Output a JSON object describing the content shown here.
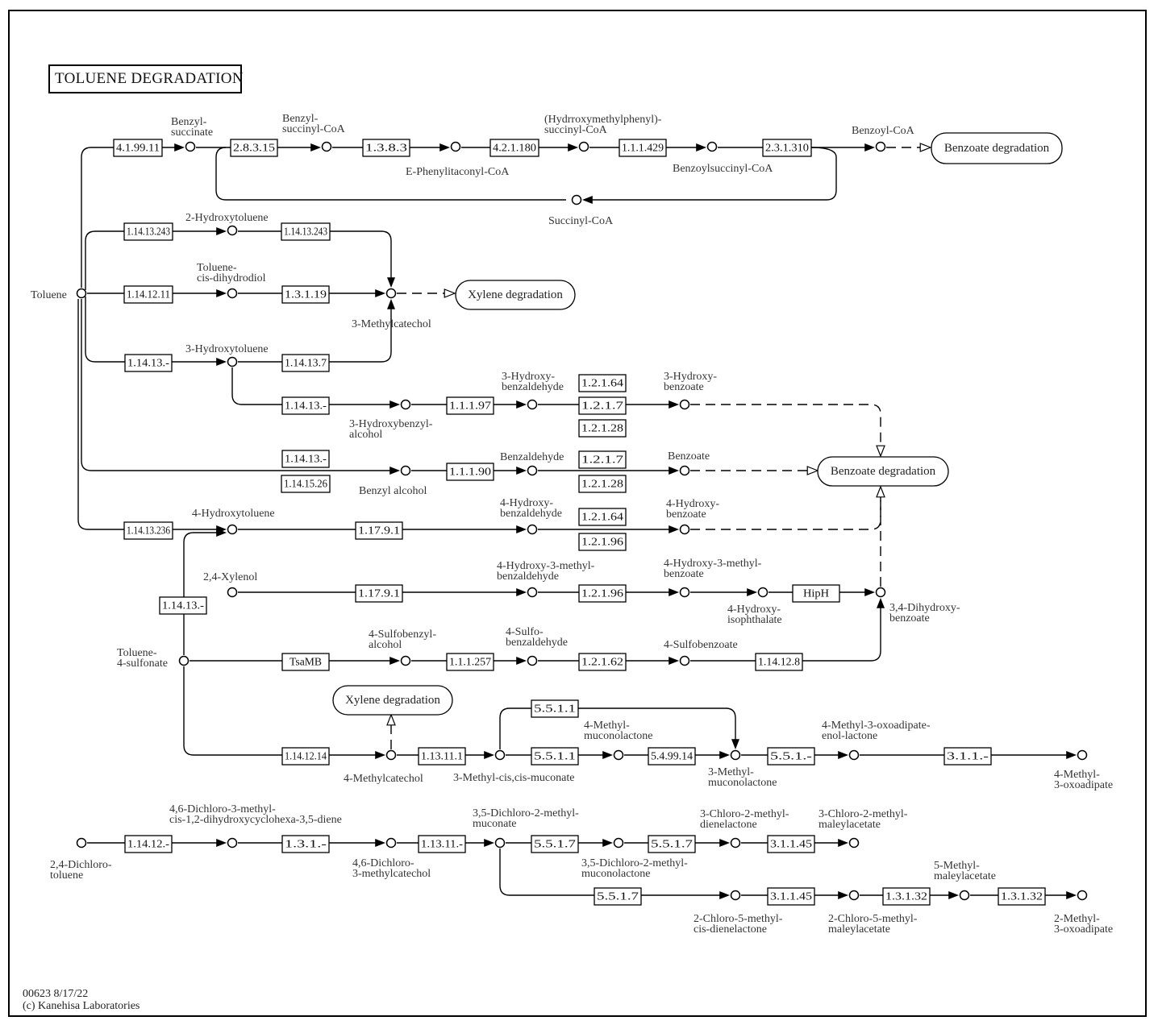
{
  "title": "TOLUENE  DEGRADATION",
  "footer": {
    "line1": "00623 8/17/22",
    "line2": "(c) Kanehisa Laboratories"
  },
  "compounds": [
    {
      "id": "toluene",
      "name": "Toluene"
    },
    {
      "id": "benzylsuccinate",
      "name": "Benzyl-\nsuccinate"
    },
    {
      "id": "benzylsuccinylcoa",
      "name": "Benzyl-\nsuccinyl-CoA"
    },
    {
      "id": "ephenylitaconylcoa",
      "name": "E-Phenylitaconyl-CoA"
    },
    {
      "id": "hmpsuccinylcoa",
      "name": "(Hydrroxymethylphenyl)-\nsuccinyl-CoA"
    },
    {
      "id": "benzoylsuccinylcoa",
      "name": "Benzoylsuccinyl-CoA"
    },
    {
      "id": "benzoylcoa",
      "name": "Benzoyl-CoA"
    },
    {
      "id": "succinylcoa",
      "name": "Succinyl-CoA"
    },
    {
      "id": "2hydroxytoluene",
      "name": "2-Hydroxytoluene"
    },
    {
      "id": "toluenecisdihydrodiol",
      "name": "Toluene-\ncis-dihydrodiol"
    },
    {
      "id": "3methylcatechol",
      "name": "3-Methylcatechol"
    },
    {
      "id": "3hydroxytoluene",
      "name": "3-Hydroxytoluene"
    },
    {
      "id": "3hydroxybenzylalcohol",
      "name": "3-Hydroxybenzyl-\nalcohol"
    },
    {
      "id": "3hydroxybenzaldehyde",
      "name": "3-Hydroxy-\nbenzaldehyde"
    },
    {
      "id": "3hydroxybenzoate",
      "name": "3-Hydroxy-\nbenzoate"
    },
    {
      "id": "benzylalcohol",
      "name": "Benzyl alcohol"
    },
    {
      "id": "benzaldehyde",
      "name": "Benzaldehyde"
    },
    {
      "id": "benzoate",
      "name": "Benzoate"
    },
    {
      "id": "4hydroxytoluene",
      "name": "4-Hydroxytoluene"
    },
    {
      "id": "4hydroxybenzaldehyde",
      "name": "4-Hydroxy-\nbenzaldehyde"
    },
    {
      "id": "4hydroxybenzoate",
      "name": "4-Hydroxy-\nbenzoate"
    },
    {
      "id": "24xylenol",
      "name": "2,4-Xylenol"
    },
    {
      "id": "4h3mbenzaldehyde",
      "name": "4-Hydroxy-3-methyl-\nbenzaldehyde"
    },
    {
      "id": "4h3mbenzoate",
      "name": "4-Hydroxy-3-methyl-\nbenzoate"
    },
    {
      "id": "4hydroxyisophthalate",
      "name": "4-Hydroxy-\nisophthalate"
    },
    {
      "id": "34dihydroxybenzoate",
      "name": "3,4-Dihydroxy-\nbenzoate"
    },
    {
      "id": "toluene4sulfonate",
      "name": "Toluene-\n4-sulfonate"
    },
    {
      "id": "4sulfobenzylalcohol",
      "name": "4-Sulfobenzyl-\nalcohol"
    },
    {
      "id": "4sulfobenzaldehyde",
      "name": "4-Sulfo-\nbenzaldehyde"
    },
    {
      "id": "4sulfobenzoate",
      "name": "4-Sulfobenzoate"
    },
    {
      "id": "4methylcatechol",
      "name": "4-Methylcatechol"
    },
    {
      "id": "3mccmuconate",
      "name": "3-Methyl-cis,cis-muconate"
    },
    {
      "id": "4methylmuconolactone",
      "name": "4-Methyl-\nmuconolactone"
    },
    {
      "id": "3methylmuconolactone",
      "name": "3-Methyl-\nmuconolactone"
    },
    {
      "id": "4m3oaenollactone",
      "name": "4-Methyl-3-oxoadipate-\nenol-lactone"
    },
    {
      "id": "4methyl3oxoadipate",
      "name": "4-Methyl-\n3-oxoadipate"
    },
    {
      "id": "24dichlorotoluene",
      "name": "2,4-Dichloro-\ntoluene"
    },
    {
      "id": "46dcdiene",
      "name": "4,6-Dichloro-3-methyl-\ncis-1,2-dihydroxycyclohexa-3,5-diene"
    },
    {
      "id": "46dc3mcatechol",
      "name": "4,6-Dichloro-\n3-methylcatechol"
    },
    {
      "id": "35dc2mmuconate",
      "name": "3,5-Dichloro-2-methyl-\nmuconate"
    },
    {
      "id": "35dc2mmuconolactone",
      "name": "3,5-Dichloro-2-methyl-\nmuconolactone"
    },
    {
      "id": "3c2mdienelactone",
      "name": "3-Chloro-2-methyl-\ndienelactone"
    },
    {
      "id": "3c2mmaleylacetate",
      "name": "3-Chloro-2-methyl-\nmaleylacetate"
    },
    {
      "id": "2c5mcisdienelactone",
      "name": "2-Chloro-5-methyl-\ncis-dienelactone"
    },
    {
      "id": "2c5mmaleylacetate",
      "name": "2-Chloro-5-methyl-\nmaleylacetate"
    },
    {
      "id": "5mmaleylacetate",
      "name": "5-Methyl-\nmaleylacetate"
    },
    {
      "id": "2methyl3oxoadipate",
      "name": "2-Methyl-\n3-oxoadipate"
    }
  ],
  "enzymes": [
    "4.1.99.11",
    "2.8.3.15",
    "1.3.8.3",
    "4.2.1.180",
    "1.1.1.429",
    "2.3.1.310",
    "1.14.13.243",
    "1.14.13.243",
    "1.14.12.11",
    "1.3.1.19",
    "1.14.13.-",
    "1.14.13.7",
    "1.14.13.-",
    "1.1.1.97",
    "1.2.1.64",
    "1.2.1.7",
    "1.2.1.28",
    "1.14.13.-",
    "1.14.15.26",
    "1.1.1.90",
    "1.2.1.7",
    "1.2.1.28",
    "1.14.13.236",
    "1.17.9.1",
    "1.2.1.64",
    "1.2.1.96",
    "1.14.13.-",
    "1.17.9.1",
    "1.2.1.96",
    "HipH",
    "TsaMB",
    "1.1.1.257",
    "1.2.1.62",
    "1.14.12.8",
    "5.5.1.1",
    "1.14.12.14",
    "1.13.11.1",
    "5.5.1.1",
    "5.4.99.14",
    "5.5.1.-",
    "3.1.1.-",
    "1.14.12.-",
    "1.3.1.-",
    "1.13.11.-",
    "5.5.1.7",
    "5.5.1.7",
    "3.1.1.45",
    "5.5.1.7",
    "3.1.1.45",
    "1.3.1.32",
    "1.3.1.32"
  ],
  "pathway_maps": [
    "Benzoate degradation",
    "Xylene degradation",
    "Benzoate degradation",
    "Xylene degradation"
  ]
}
